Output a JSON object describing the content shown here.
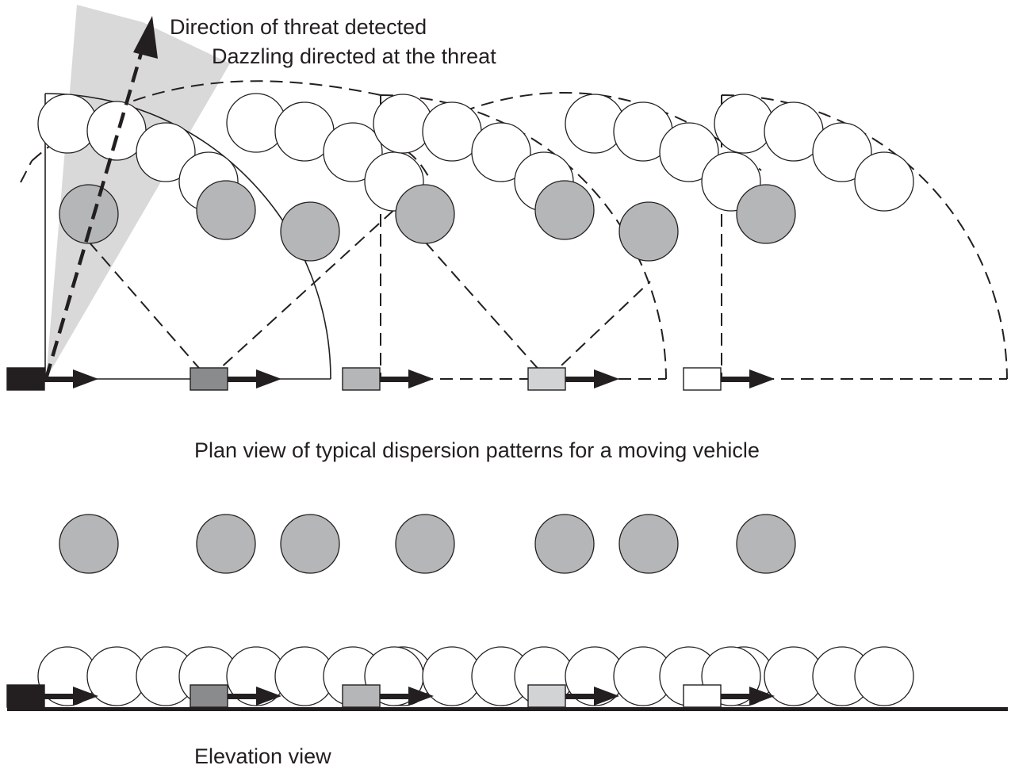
{
  "labels": {
    "threat_direction": "Direction of threat detected",
    "dazzling": "Dazzling directed at the threat",
    "plan_view": "Plan view of typical dispersion patterns for a moving vehicle",
    "elevation_view": "Elevation view"
  },
  "colors": {
    "ink": "#231f20",
    "grenade_grey": "#b5b6b8",
    "cone_grey": "#d9d9da",
    "vehicle_fills": [
      "#231f20",
      "#8a8b8d",
      "#b5b6b8",
      "#d2d3d5",
      "#ffffff"
    ]
  }
}
